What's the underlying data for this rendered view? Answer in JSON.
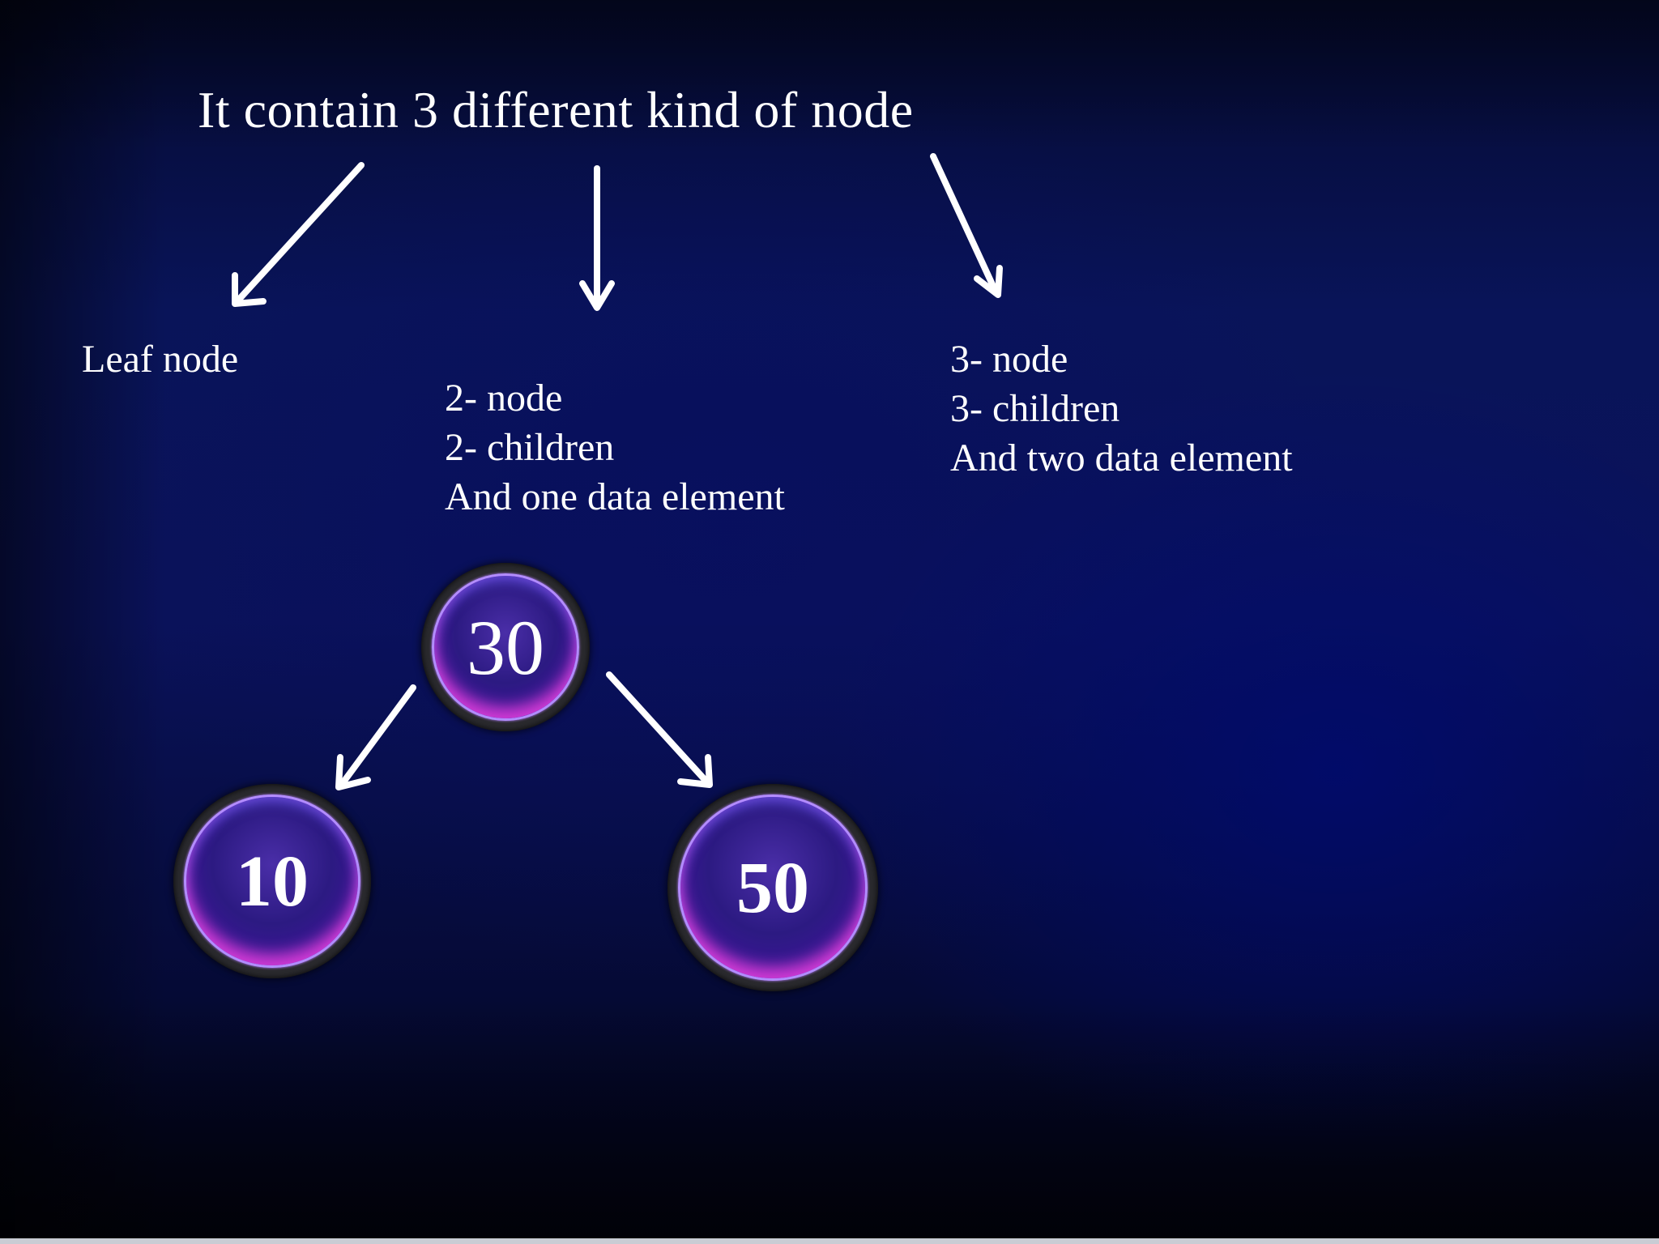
{
  "title": "It contain 3 different kind of node",
  "node_types": {
    "leaf": {
      "lines": [
        "Leaf node"
      ]
    },
    "two_node": {
      "lines": [
        "2- node",
        "2- children",
        "And one data element"
      ]
    },
    "three_node": {
      "lines": [
        "3- node",
        "3- children",
        "And two data element"
      ]
    }
  },
  "tree": {
    "root": {
      "value": "30"
    },
    "left_child": {
      "value": "10"
    },
    "right_child": {
      "value": "50"
    }
  },
  "colors": {
    "text": "#ffffff",
    "node_fill": "#2c1a82",
    "node_glow": "#ff46e6",
    "node_rim": "#2a2a2e"
  }
}
